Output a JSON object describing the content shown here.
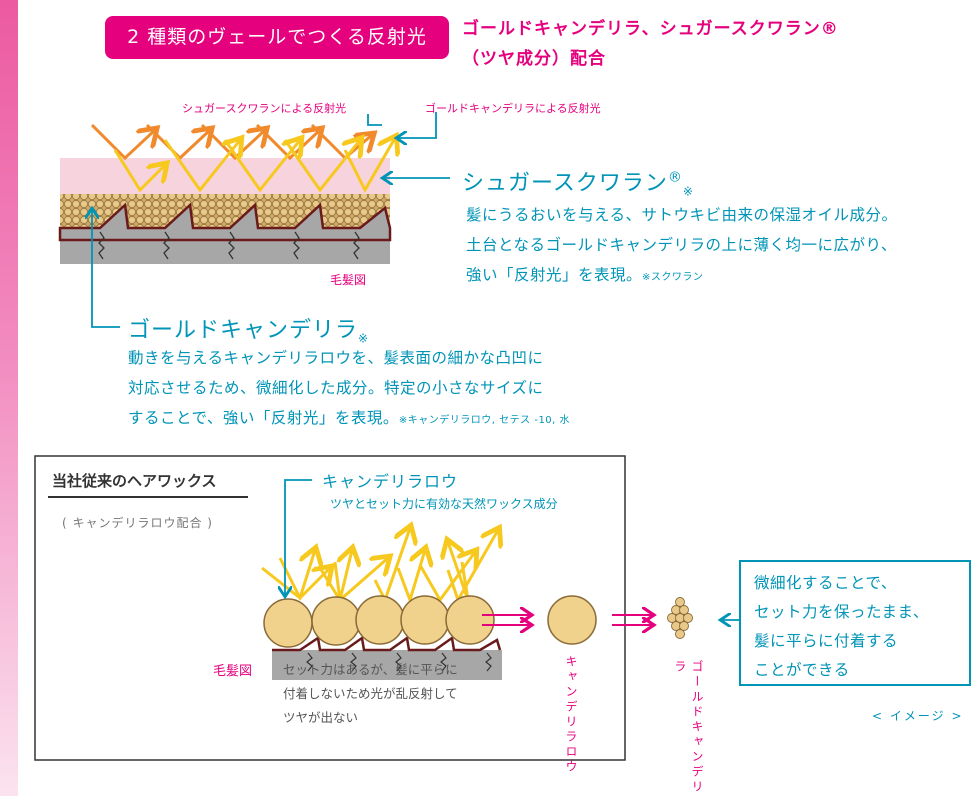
{
  "pill": "2 種類のヴェールでつくる反射光",
  "header": {
    "line1": "ゴールドキャンデリラ、シュガースクワラン®",
    "line2": "（ツヤ成分）配合"
  },
  "labels": {
    "squalane_reflect": "シュガースクワランによる反射光",
    "candelilla_reflect": "ゴールドキャンデリラによる反射光",
    "hair_top": "毛髪図",
    "hair_bottom": "毛髪図"
  },
  "squalane": {
    "title": "シュガースクワラン",
    "reg": "®",
    "mark": "※",
    "lines": [
      "髪にうるおいを与える、サトウキビ由来の保湿オイル成分。",
      "土台となるゴールドキャンデリラの上に薄く均一に広がり、",
      "強い「反射光」を表現。"
    ],
    "note": "※スクワラン"
  },
  "candelilla": {
    "title": "ゴールドキャンデリラ",
    "mark": "※",
    "lines": [
      "動きを与えるキャンデリラロウを、髪表面の細かな凸凹に",
      "対応させるため、微細化した成分。特定の小さなサイズに",
      "することで、強い「反射光」を表現。"
    ],
    "note": "※キャンデリラロウ, セテス -10, 水"
  },
  "compare": {
    "title": "当社従来のヘアワックス",
    "subtitle": "( キャンデリラロウ配合 )",
    "wax_name": "キャンデリラロウ",
    "wax_desc": "ツヤとセット力に有効な天然ワックス成分",
    "note_lines": [
      "セット力はあるが、髪に平らに",
      "付着しないため光が乱反射して",
      "ツヤが出ない"
    ],
    "vert_candelilla_wax": "キャンデリラロウ",
    "vert_gold_candelilla": "ゴールドキャンデリラ"
  },
  "callout": {
    "lines": [
      "微細化することで、",
      "セット力を保ったまま、",
      "髪に平らに付着する",
      "ことができる"
    ]
  },
  "image_note": "< イメージ >",
  "colors": {
    "magenta": "#e5007e",
    "teal": "#0094b7",
    "orange": "#f08a2c",
    "yellow": "#f7c81e",
    "pink_layer": "#f7d3dd",
    "bead": "#e6c57e",
    "hair_gray": "#a7a7a7"
  }
}
